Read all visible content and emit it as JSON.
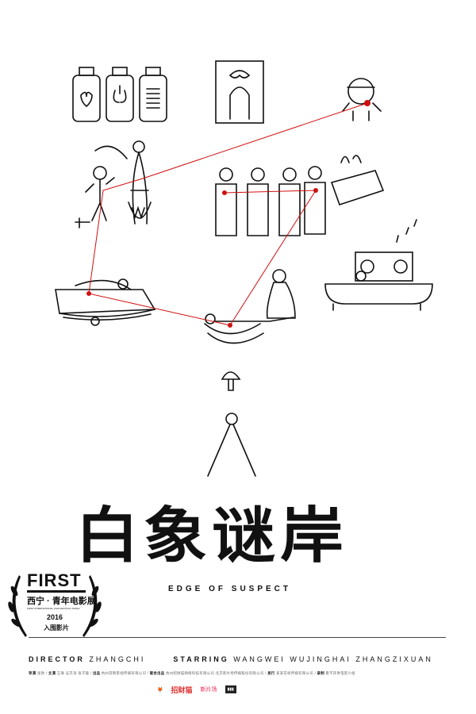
{
  "poster": {
    "title_logo": "白象谜岸",
    "subtitle": "EDGE OF SUSPECT",
    "accent_color": "#d01010",
    "festival": {
      "name": "FIRST",
      "name_cn": "西宁 · 青年电影展",
      "name_en": "FIRST INTERNATIONAL FILM FESTIVAL XINING",
      "year": "2016",
      "selection": "入围影片"
    },
    "credits": {
      "director_label": "DIRECTOR",
      "director": "ZHANGCHI",
      "starring_label": "STARRING",
      "starring": "WANGWEI WUJINGHAI ZHANGZIXUAN",
      "small_line": [
        {
          "label": "导演",
          "value": "张弛 /"
        },
        {
          "label": "主演",
          "value": "王微 吴京海 张子璇 /"
        },
        {
          "label": "出品",
          "value": "杭州宾映影视传媒有限公司 /"
        },
        {
          "label": "联合出品",
          "value": "杭州招财猫网络科技有限公司 北京新片场传媒股份有限公司 /"
        },
        {
          "label": "发行",
          "value": "某某花样传媒有限公司 /"
        },
        {
          "label": "录制",
          "value": "看不厌青电影小组"
        }
      ]
    },
    "sponsor_logos": [
      "招财猫",
      "新片场"
    ]
  }
}
